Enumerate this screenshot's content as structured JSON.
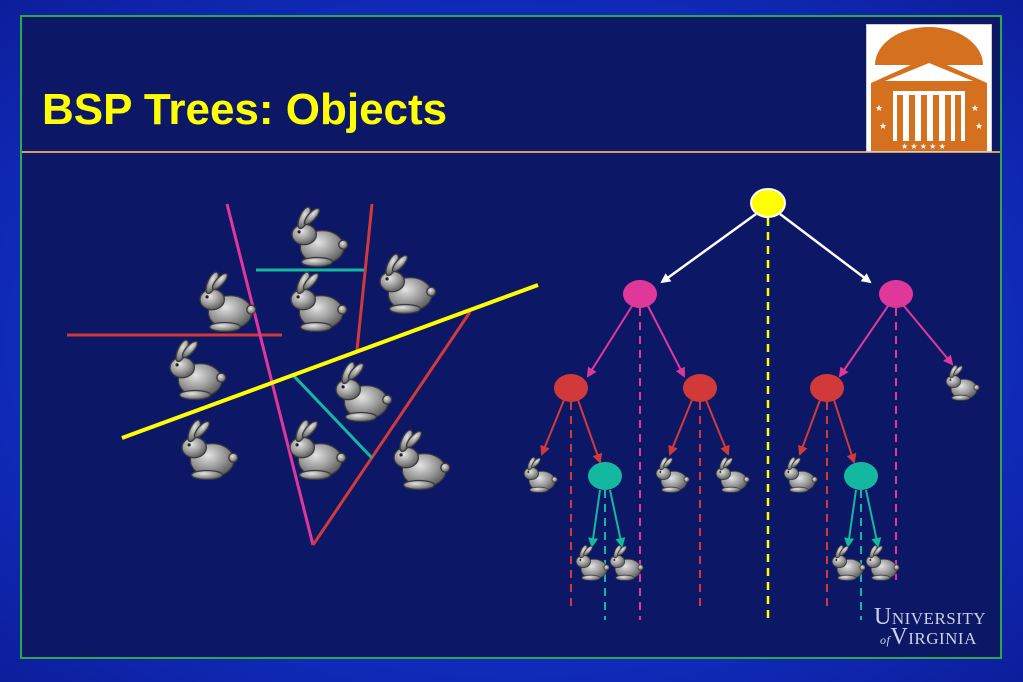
{
  "slide": {
    "title": "BSP Trees: Objects"
  },
  "branding": {
    "wordmark_line1": "NIVERSITY",
    "wordmark_line1_initial": "U",
    "wordmark_line2_prefix": "of",
    "wordmark_line2": "IRGINIA",
    "wordmark_line2_initial": "V"
  },
  "colors": {
    "title": "#ffff00",
    "root_node": "#ffff00",
    "level1_node": "#e0389a",
    "level2_node": "#d23a3a",
    "level3_node": "#14b8a0",
    "root_edge": "#ffffff",
    "background": "#0c1866",
    "logo": "#d4701e"
  },
  "icons": {
    "bunny": "bunny-icon",
    "logo": "rotunda-logo-icon"
  }
}
